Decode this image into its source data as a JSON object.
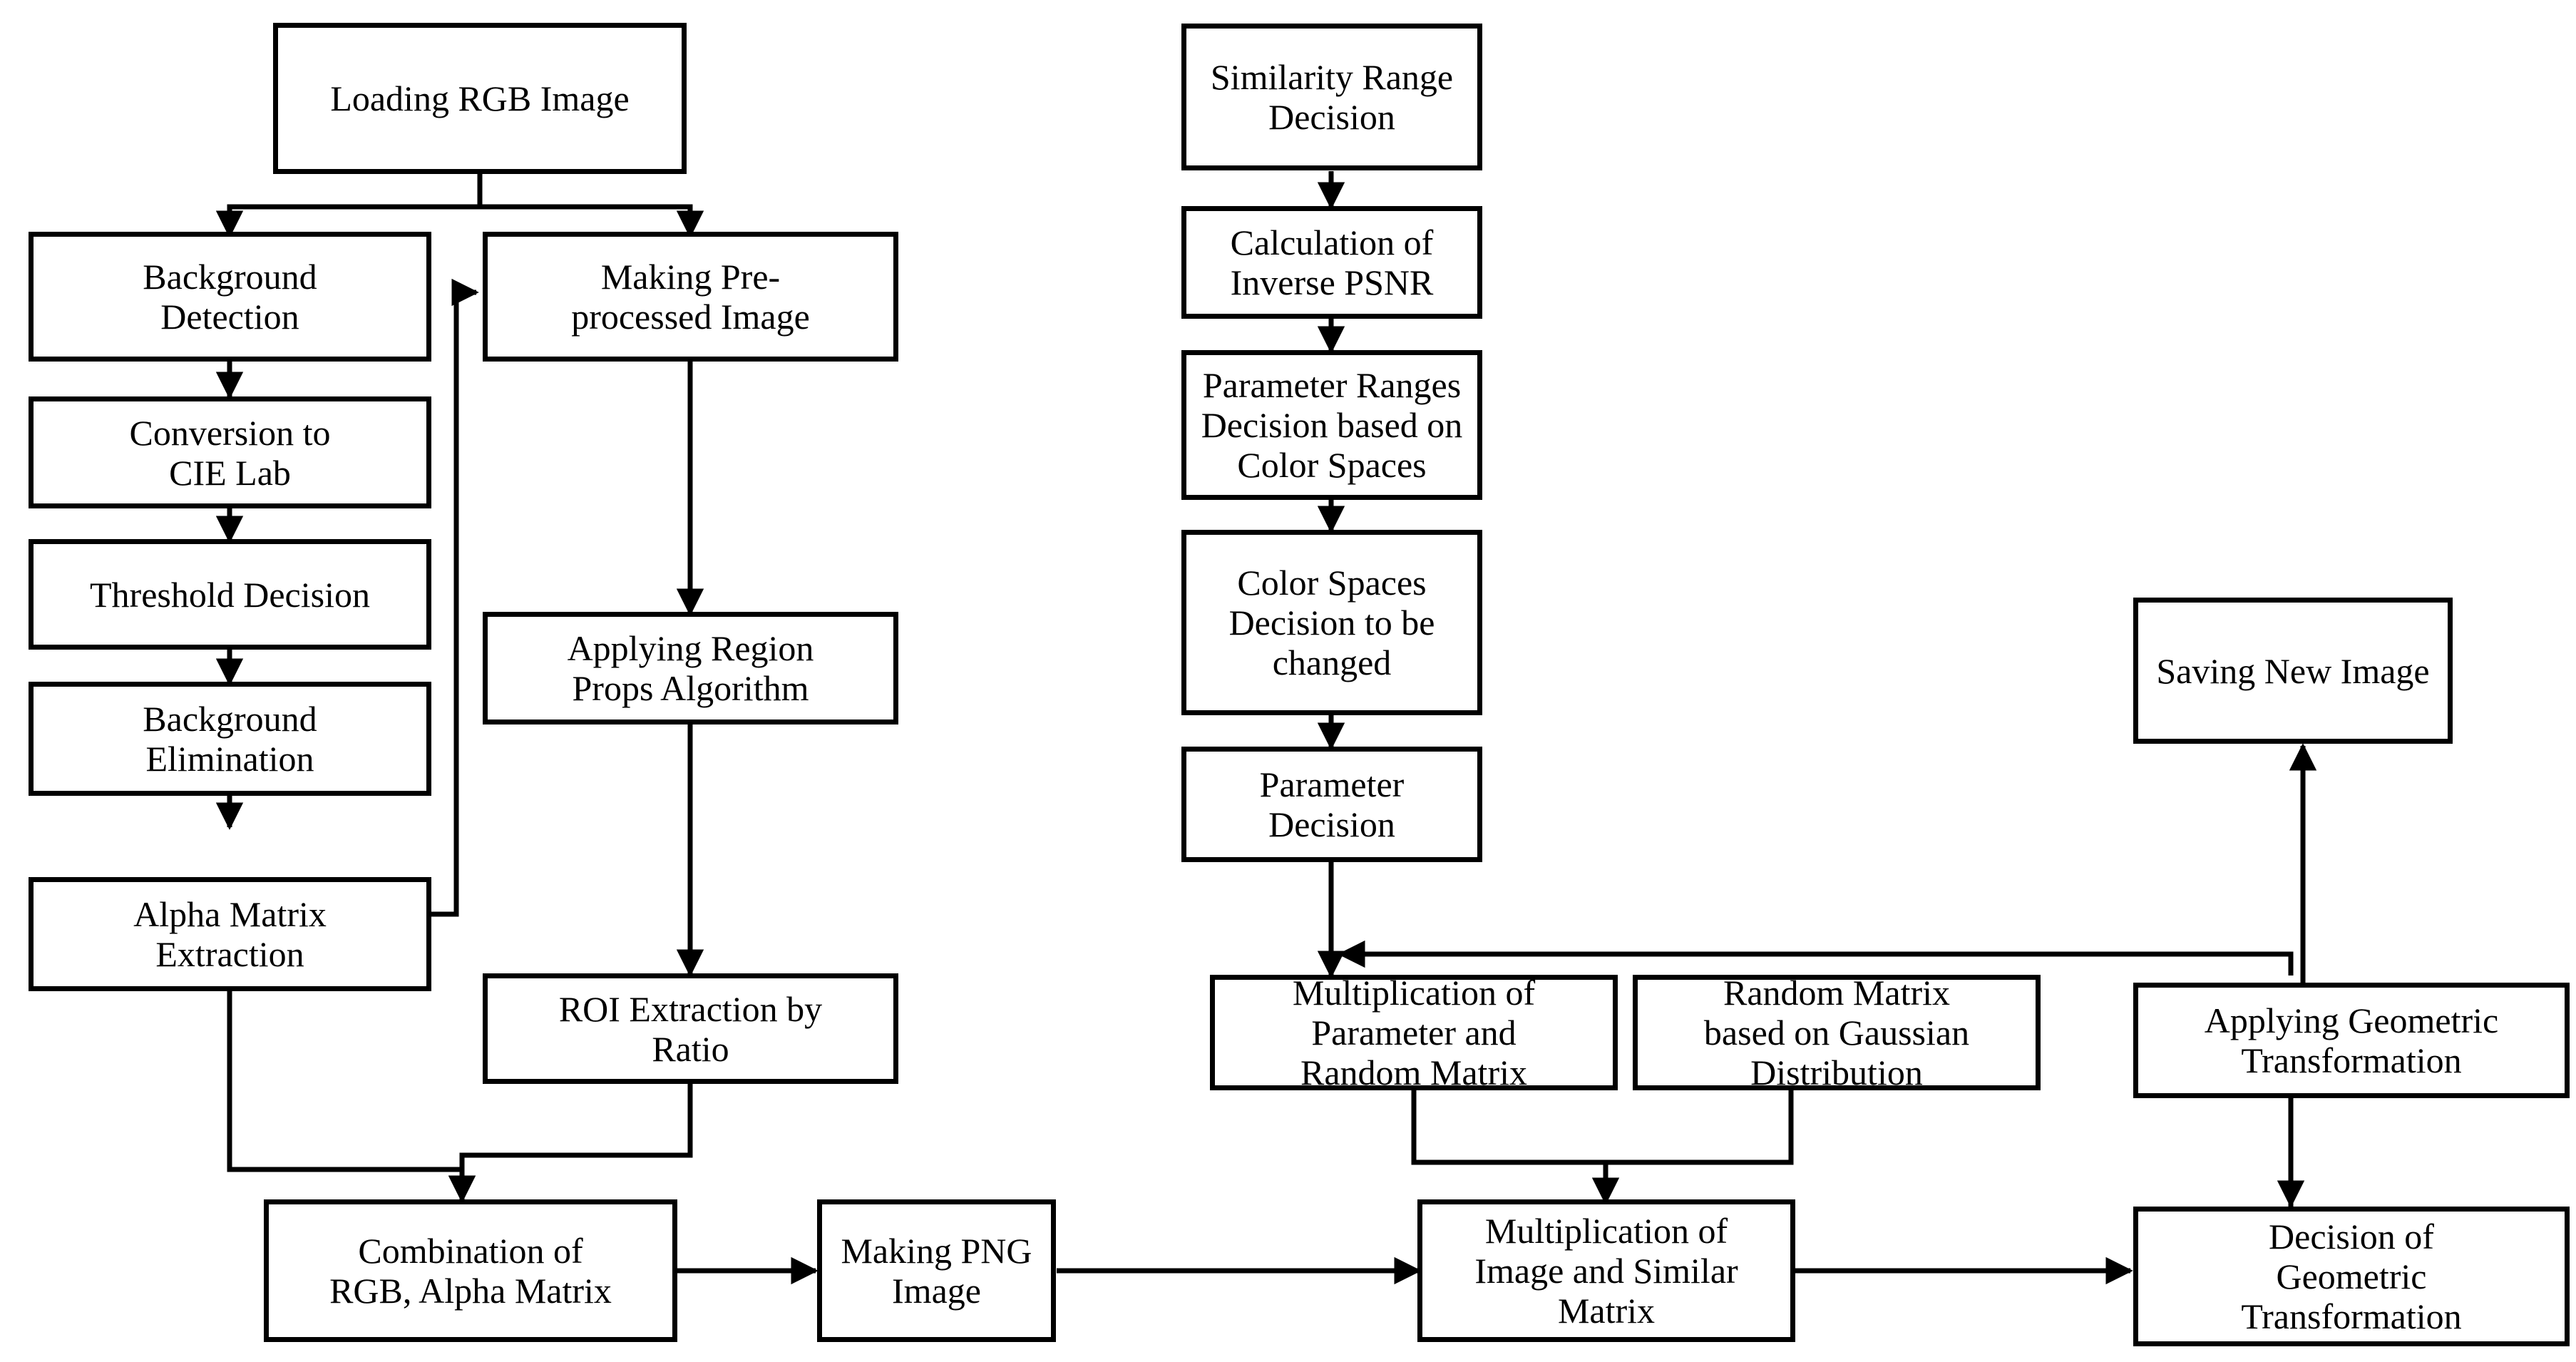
{
  "diagram": {
    "title": "Image Processing and Geometric Transformation Flowchart",
    "background_color": "#ffffff",
    "stroke_color": "#000000",
    "text_color": "#000000",
    "nodes": [
      {
        "id": "loading_rgb",
        "label": "Loading RGB Image"
      },
      {
        "id": "background_detect",
        "label": "Background\nDetection"
      },
      {
        "id": "making_pre",
        "label": "Making Pre-\nprocessed Image"
      },
      {
        "id": "conversion_cie",
        "label": "Conversion to\nCIE Lab"
      },
      {
        "id": "threshold_decision",
        "label": "Threshold Decision"
      },
      {
        "id": "applying_region",
        "label": "Applying Region\nProps Algorithm"
      },
      {
        "id": "background_elim",
        "label": "Background\nElimination"
      },
      {
        "id": "alpha_matrix",
        "label": "Alpha Matrix\nExtraction"
      },
      {
        "id": "roi_extraction",
        "label": "ROI Extraction by\nRatio"
      },
      {
        "id": "combination_rgb",
        "label": "Combination of\nRGB, Alpha Matrix"
      },
      {
        "id": "making_png",
        "label": "Making PNG Image"
      },
      {
        "id": "similarity_range",
        "label": "Similarity Range\nDecision"
      },
      {
        "id": "calc_inverse_psnr",
        "label": "Calculation of\nInverse PSNR"
      },
      {
        "id": "param_ranges",
        "label": "Parameter Ranges\nDecision based on\nColor Spaces"
      },
      {
        "id": "color_spaces",
        "label": "Color Spaces\nDecision to be\nchanged"
      },
      {
        "id": "parameter_decision",
        "label": "Parameter Decision"
      },
      {
        "id": "mult_param_random",
        "label": "Multiplication of\nParameter and\nRandom Matrix"
      },
      {
        "id": "random_matrix",
        "label": "Random Matrix\nbased on Gaussian\nDistribution"
      },
      {
        "id": "mult_image_similar",
        "label": "Multiplication of\nImage and Similar\nMatrix"
      },
      {
        "id": "saving_new_image",
        "label": "Saving New Image"
      },
      {
        "id": "applying_geometric",
        "label": "Applying Geometric\nTransformation"
      },
      {
        "id": "decision_geometric",
        "label": "Decision of\nGeometric\nTransformation"
      }
    ],
    "edges": [
      {
        "from": "loading_rgb",
        "to": "background_detect"
      },
      {
        "from": "loading_rgb",
        "to": "making_pre"
      },
      {
        "from": "background_detect",
        "to": "conversion_cie"
      },
      {
        "from": "conversion_cie",
        "to": "threshold_decision"
      },
      {
        "from": "threshold_decision",
        "to": "background_elim"
      },
      {
        "from": "background_elim",
        "to": "alpha_matrix"
      },
      {
        "from": "alpha_matrix",
        "to": "making_pre"
      },
      {
        "from": "alpha_matrix",
        "to": "combination_rgb"
      },
      {
        "from": "making_pre",
        "to": "applying_region"
      },
      {
        "from": "applying_region",
        "to": "roi_extraction"
      },
      {
        "from": "roi_extraction",
        "to": "combination_rgb"
      },
      {
        "from": "combination_rgb",
        "to": "making_png"
      },
      {
        "from": "making_png",
        "to": "mult_image_similar"
      },
      {
        "from": "similarity_range",
        "to": "calc_inverse_psnr"
      },
      {
        "from": "calc_inverse_psnr",
        "to": "param_ranges"
      },
      {
        "from": "param_ranges",
        "to": "color_spaces"
      },
      {
        "from": "color_spaces",
        "to": "parameter_decision"
      },
      {
        "from": "parameter_decision",
        "to": "mult_param_random"
      },
      {
        "from": "mult_param_random",
        "to": "mult_image_similar"
      },
      {
        "from": "random_matrix",
        "to": "mult_image_similar"
      },
      {
        "from": "mult_image_similar",
        "to": "decision_geometric"
      },
      {
        "from": "decision_geometric",
        "to": "applying_geometric"
      },
      {
        "from": "applying_geometric",
        "to": "saving_new_image"
      },
      {
        "from": "applying_geometric",
        "to": "mult_param_random"
      }
    ]
  }
}
